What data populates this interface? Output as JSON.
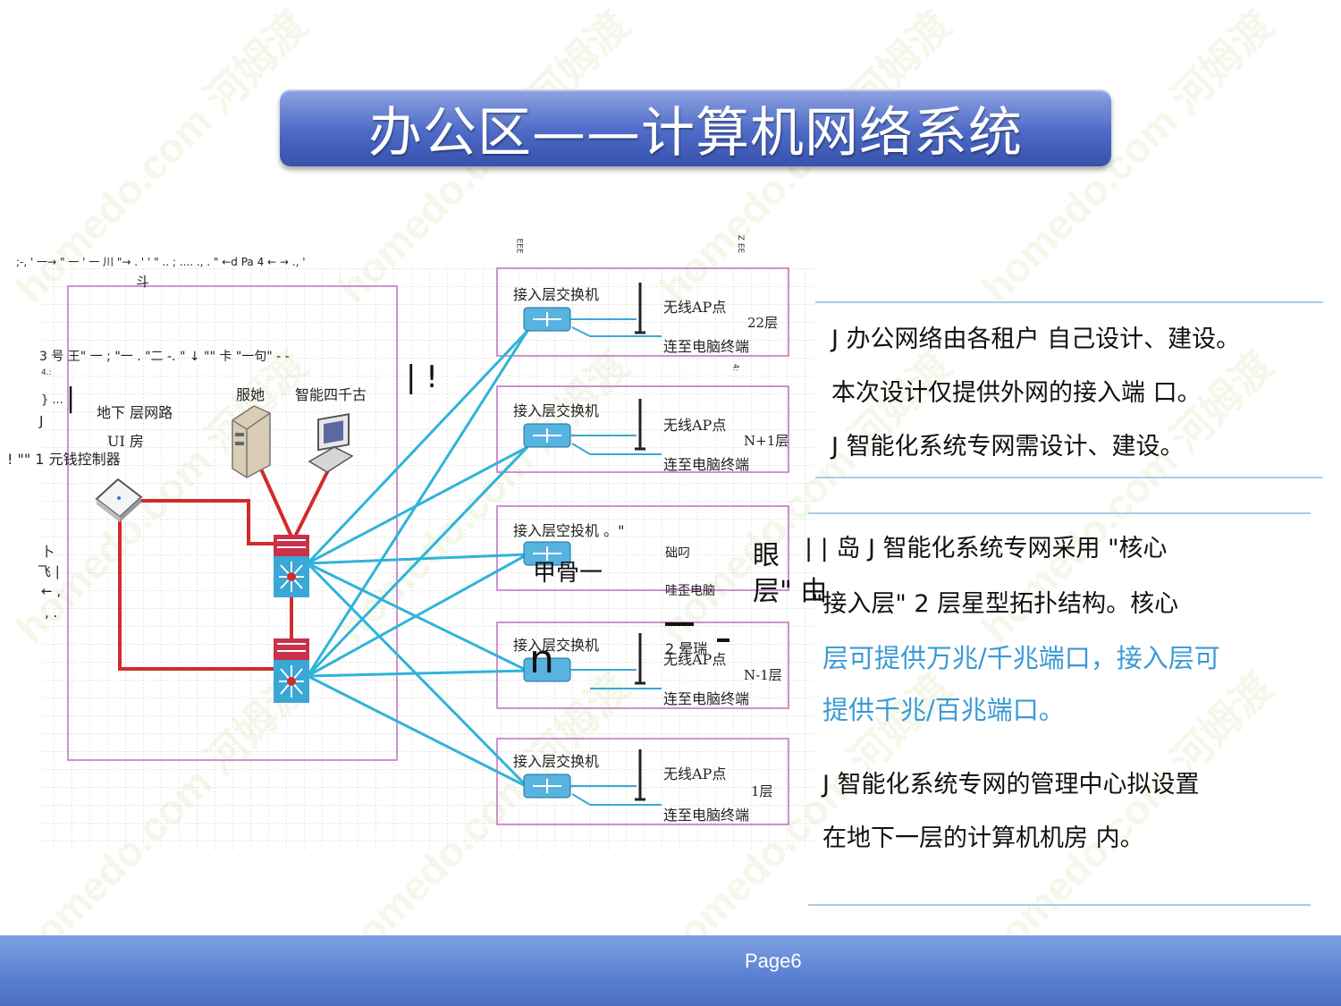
{
  "title": "办公区——计算机网络系统",
  "page_label": "Page6",
  "watermark": "homedo.com 河姆渡",
  "diagram": {
    "top_noise_line": ";-, ' 一→ \" 一 ' 一 川 \"→ . ' ' \" .. ; .... ., . \" ←d Pa 4 ← → ., '",
    "noise_dou": "斗",
    "noise_line2": "3 号 王\" 一 ; \"一 . \"二 -. \" ↓ \"\" 卡 \"一句\" - -",
    "noise_small_1": "4.:",
    "noise_bracket": "} ...",
    "noise_j": "J",
    "noise_bar_left": "|",
    "basement_label": "地下 层网路",
    "server_label": "服她",
    "terminal_label": "智能四千古",
    "ui_room": "UI 房",
    "controller_label": "! \"\" 1 元钱控制器",
    "noise_bars": "| !",
    "left_side_noise": [
      "卜",
      "飞 |",
      "← ,",
      ", ."
    ],
    "tiny_eee": "EEE",
    "tiny_ze": "Z EE",
    "tiny_4": "4:"
  },
  "floors": [
    {
      "switch": "接入层交换机",
      "ap": "无线AP点",
      "pc": "连至电脑终端",
      "floor": "22层"
    },
    {
      "switch": "接入层交换机",
      "ap": "无线AP点",
      "pc": "连至电脑终端",
      "floor": "N+1层"
    },
    {
      "switch": "接入层空投机 。\"",
      "ap": "础叼",
      "pc": "哇歪电脑",
      "floor": ""
    },
    {
      "switch": "接入层交换机",
      "ap": "无线AP点",
      "pc": "连至电脑终端",
      "floor": "N-1层"
    },
    {
      "switch": "接入层交换机",
      "ap": "无线AP点",
      "pc": "连至电脑终端",
      "floor": "1层"
    }
  ],
  "overlay_noise": {
    "jiagu": "甲骨一",
    "n": "n",
    "liang": "2 晕瑞",
    "dash": "一  -",
    "yan": "眼",
    "ceng": "层\" 由"
  },
  "right_panel": {
    "line1": "J 办公网络由各租户 自己设计、建设。",
    "line2": "本次设计仅提供外网的接入端 口。",
    "line3": "J 智能化系统专网需设计、建设。",
    "line4": "|   | 岛  J 智能化系统专网采用 \"核心",
    "line5": "\"接入层\" 2 层星型拓扑结构。核心",
    "line6": "层可提供万兆/千兆端口，接入层可",
    "line7": "提供千兆/百兆端口。",
    "line8": "J 智能化系统专网的管理中心拟设置",
    "line9": "在地下一层的计算机机房 内。"
  },
  "colors": {
    "cable_blue": "#2fb3d9",
    "cable_red": "#d22b2b",
    "floor_box": "#c06dbf",
    "accent_text": "#3a9ad6"
  }
}
